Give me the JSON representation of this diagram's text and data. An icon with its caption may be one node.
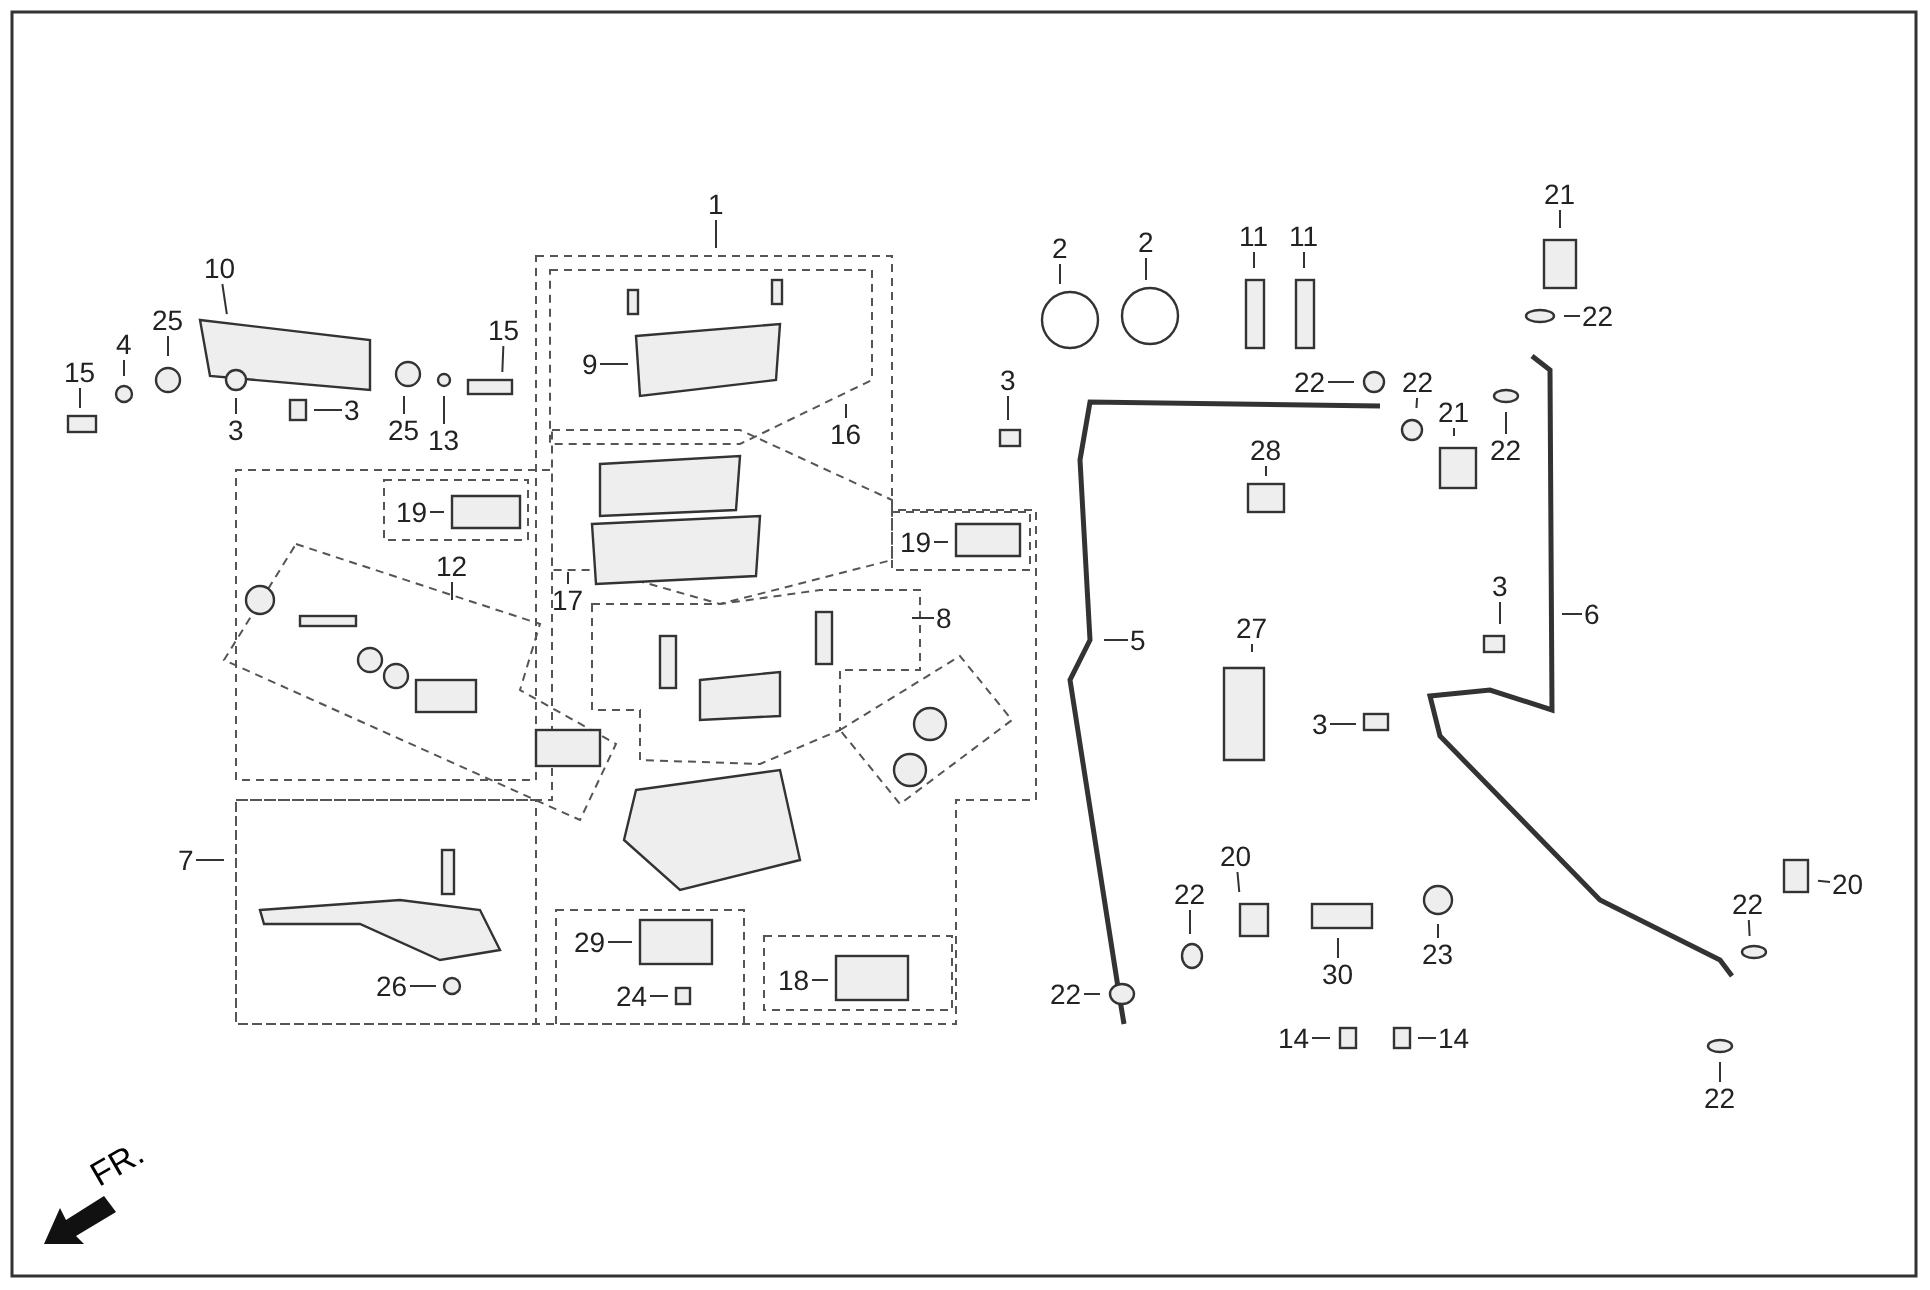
{
  "diagram": {
    "nodes": [
      {
        "text": [
          "1"
        ]
      },
      {
        "text": [
          "10"
        ]
      },
      {
        "text": [
          "25"
        ]
      },
      {
        "text": [
          "4"
        ]
      },
      {
        "text": [
          "15"
        ]
      },
      {
        "text": [
          "3"
        ]
      },
      {
        "text": [
          "3"
        ]
      },
      {
        "text": [
          "15"
        ]
      },
      {
        "text": [
          "25"
        ]
      },
      {
        "text": [
          "13"
        ]
      },
      {
        "text": [
          "9"
        ]
      },
      {
        "text": [
          "16"
        ]
      },
      {
        "text": [
          "17"
        ]
      },
      {
        "text": [
          "19"
        ]
      },
      {
        "text": [
          "12"
        ]
      },
      {
        "text": [
          "8"
        ]
      },
      {
        "text": [
          "19"
        ]
      },
      {
        "text": [
          "7"
        ]
      },
      {
        "text": [
          "26"
        ]
      },
      {
        "text": [
          "29"
        ]
      },
      {
        "text": [
          "24"
        ]
      },
      {
        "text": [
          "18"
        ]
      },
      {
        "text": [
          "2"
        ]
      },
      {
        "text": [
          "2"
        ]
      },
      {
        "text": [
          "11"
        ]
      },
      {
        "text": [
          "11"
        ]
      },
      {
        "text": [
          "3"
        ]
      },
      {
        "text": [
          "22"
        ]
      },
      {
        "text": [
          "22"
        ]
      },
      {
        "text": [
          "21"
        ]
      },
      {
        "text": [
          "28"
        ]
      },
      {
        "text": [
          "21"
        ]
      },
      {
        "text": [
          "22"
        ]
      },
      {
        "text": [
          "22"
        ]
      },
      {
        "text": [
          "5"
        ]
      },
      {
        "text": [
          "27"
        ]
      },
      {
        "text": [
          "3"
        ]
      },
      {
        "text": [
          "6"
        ]
      },
      {
        "text": [
          "3"
        ]
      },
      {
        "text": [
          "20"
        ]
      },
      {
        "text": [
          "22"
        ]
      },
      {
        "text": [
          "22"
        ]
      },
      {
        "text": [
          "30"
        ]
      },
      {
        "text": [
          "23"
        ]
      },
      {
        "text": [
          "14"
        ]
      },
      {
        "text": [
          "14"
        ]
      },
      {
        "text": [
          "20"
        ]
      },
      {
        "text": [
          "22"
        ]
      },
      {
        "text": [
          "22"
        ]
      }
    ],
    "edges": [
      {
        "from": 0,
        "to": null,
        "arrow": "none"
      },
      {
        "from": 1,
        "to": null,
        "arrow": "none"
      },
      {
        "from": 2,
        "to": null,
        "arrow": "none"
      },
      {
        "from": 3,
        "to": null,
        "arrow": "none"
      },
      {
        "from": 4,
        "to": null,
        "arrow": "none"
      },
      {
        "from": 5,
        "to": null,
        "arrow": "none"
      },
      {
        "from": 6,
        "to": null,
        "arrow": "none"
      },
      {
        "from": 7,
        "to": null,
        "arrow": "none"
      },
      {
        "from": 8,
        "to": null,
        "arrow": "none"
      },
      {
        "from": 9,
        "to": null,
        "arrow": "none"
      },
      {
        "from": 10,
        "to": null,
        "arrow": "none"
      },
      {
        "from": 11,
        "to": null,
        "arrow": "none"
      },
      {
        "from": 12,
        "to": null,
        "arrow": "none"
      },
      {
        "from": 13,
        "to": null,
        "arrow": "none"
      },
      {
        "from": 14,
        "to": null,
        "arrow": "none"
      },
      {
        "from": 15,
        "to": null,
        "arrow": "none"
      },
      {
        "from": 16,
        "to": null,
        "arrow": "none"
      },
      {
        "from": 17,
        "to": null,
        "arrow": "none"
      },
      {
        "from": 18,
        "to": null,
        "arrow": "none"
      },
      {
        "from": 19,
        "to": null,
        "arrow": "none"
      },
      {
        "from": 20,
        "to": null,
        "arrow": "none"
      },
      {
        "from": 21,
        "to": null,
        "arrow": "none"
      },
      {
        "from": 22,
        "to": null,
        "arrow": "none"
      },
      {
        "from": 23,
        "to": null,
        "arrow": "none"
      },
      {
        "from": 24,
        "to": null,
        "arrow": "none"
      },
      {
        "from": 25,
        "to": null,
        "arrow": "none"
      },
      {
        "from": 26,
        "to": null,
        "arrow": "none"
      },
      {
        "from": 27,
        "to": null,
        "arrow": "none"
      },
      {
        "from": 28,
        "to": null,
        "arrow": "none"
      },
      {
        "from": 29,
        "to": null,
        "arrow": "none"
      },
      {
        "from": 30,
        "to": null,
        "arrow": "none"
      },
      {
        "from": 31,
        "to": null,
        "arrow": "none"
      },
      {
        "from": 32,
        "to": null,
        "arrow": "none"
      },
      {
        "from": 33,
        "to": null,
        "arrow": "none"
      },
      {
        "from": 34,
        "to": null,
        "arrow": "none"
      },
      {
        "from": 35,
        "to": null,
        "arrow": "none"
      },
      {
        "from": 36,
        "to": null,
        "arrow": "none"
      },
      {
        "from": 37,
        "to": null,
        "arrow": "none"
      },
      {
        "from": 38,
        "to": null,
        "arrow": "none"
      },
      {
        "from": 39,
        "to": null,
        "arrow": "none"
      },
      {
        "from": 40,
        "to": null,
        "arrow": "none"
      },
      {
        "from": 41,
        "to": null,
        "arrow": "none"
      },
      {
        "from": 42,
        "to": null,
        "arrow": "none"
      },
      {
        "from": 43,
        "to": null,
        "arrow": "none"
      },
      {
        "from": 44,
        "to": null,
        "arrow": "none"
      },
      {
        "from": 45,
        "to": null,
        "arrow": "none"
      },
      {
        "from": 46,
        "to": null,
        "arrow": "none"
      },
      {
        "from": 47,
        "to": null,
        "arrow": "none"
      },
      {
        "from": 48,
        "to": null,
        "arrow": "none"
      }
    ],
    "labels": [
      "FR."
    ]
  }
}
